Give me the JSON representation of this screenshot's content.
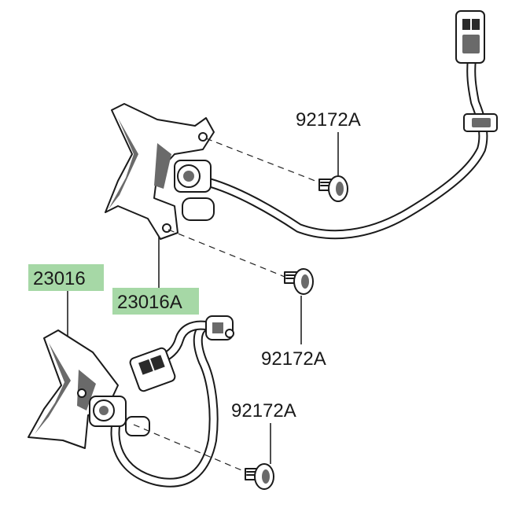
{
  "labels": {
    "upper_bolt": "92172A",
    "upper_switch": "23016A",
    "lower_switch": "23016",
    "middle_bolt": "92172A",
    "lower_bolt": "92172A"
  },
  "colors": {
    "highlight": "#a6d8a6",
    "line": "#1a1a1a",
    "shade": "#6a6a6a"
  }
}
